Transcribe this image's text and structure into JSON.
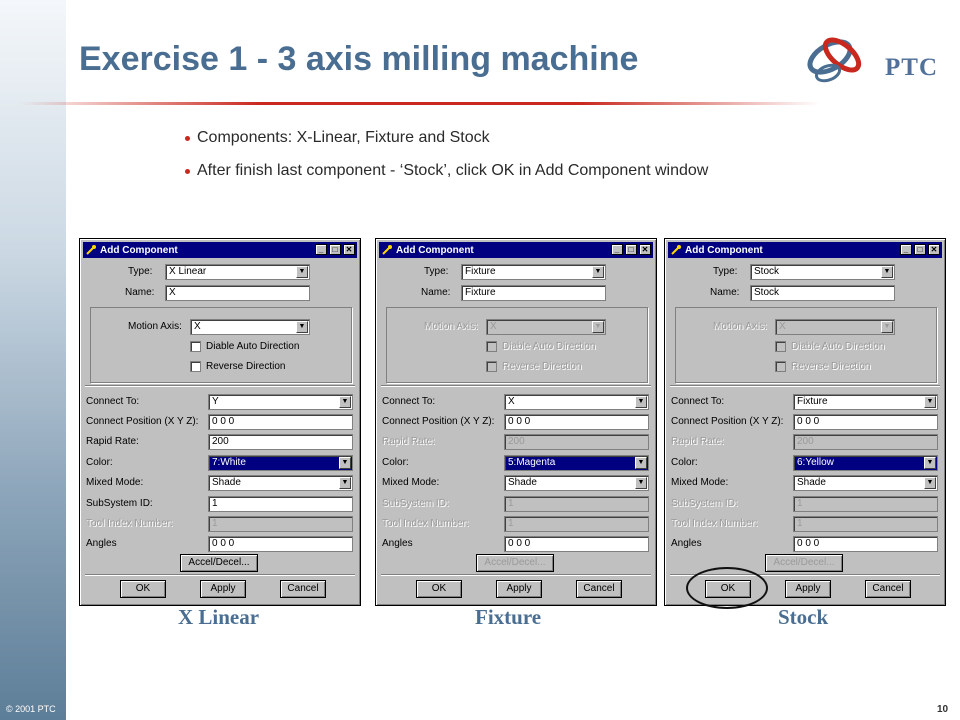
{
  "slide": {
    "title": "Exercise 1 - 3 axis milling machine",
    "bullets": [
      "Components: X-Linear, Fixture and Stock",
      "After finish last component - ‘Stock’, click OK in Add Component window"
    ],
    "logo_text": "PTC",
    "copyright": "© 2001 PTC",
    "page_number": "10",
    "accent_color": "#c8281e",
    "title_color": "#4a6e91"
  },
  "labels": {
    "window_title": "Add Component",
    "type": "Type:",
    "name": "Name:",
    "motion_axis": "Motion Axis:",
    "diable_auto": "Diable Auto Direction",
    "reverse": "Reverse Direction",
    "connect_to": "Connect To:",
    "connect_position": "Connect Position (X Y Z):",
    "rapid_rate": "Rapid Rate:",
    "color": "Color:",
    "mixed_mode": "Mixed Mode:",
    "subsystem": "SubSystem ID:",
    "tool_index": "Tool Index Number:",
    "angles": "Angles",
    "accel": "Accel/Decel...",
    "ok": "OK",
    "apply": "Apply",
    "cancel": "Cancel",
    "minimize": "_",
    "maximize": "□",
    "close": "✕",
    "dropdown": "▼"
  },
  "dialogs": [
    {
      "caption": "X Linear",
      "type": "X Linear",
      "name": "X",
      "motion_axis": "X",
      "connect_to": "Y",
      "connect_position": "0 0 0",
      "rapid_rate": "200",
      "color": "7:White",
      "mixed_mode": "Shade",
      "subsystem": "1",
      "tool_index": "1",
      "angles": "0 0 0"
    },
    {
      "caption": "Fixture",
      "type": "Fixture",
      "name": "Fixture",
      "motion_axis": "X",
      "connect_to": "X",
      "connect_position": "0 0 0",
      "rapid_rate": "200",
      "color": "5:Magenta",
      "mixed_mode": "Shade",
      "subsystem": "1",
      "tool_index": "1",
      "angles": "0 0 0"
    },
    {
      "caption": "Stock",
      "type": "Stock",
      "name": "Stock",
      "motion_axis": "X",
      "connect_to": "Fixture",
      "connect_position": "0 0 0",
      "rapid_rate": "200",
      "color": "6:Yellow",
      "mixed_mode": "Shade",
      "subsystem": "1",
      "tool_index": "1",
      "angles": "0 0 0"
    }
  ]
}
